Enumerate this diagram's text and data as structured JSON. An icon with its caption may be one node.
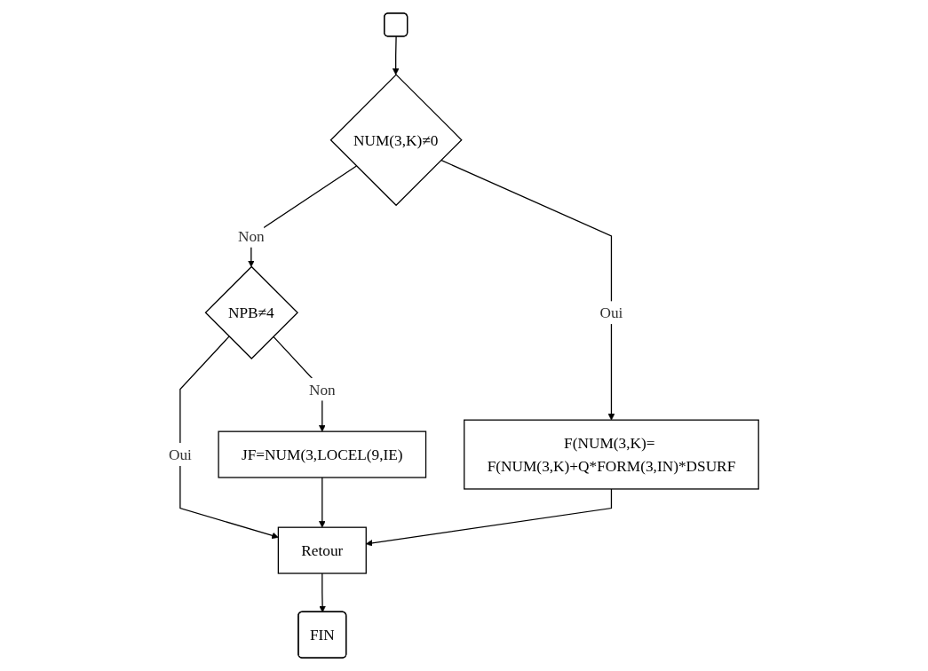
{
  "diagram": {
    "nodes": [
      {
        "text": [],
        "shape": "box"
      },
      {
        "text": [
          "NUM(3,K)≠0"
        ]
      },
      {
        "text": [
          "F(NUM(3,K)= F(NUM(3,K)+Q*FORM(3,IN)*DSURF"
        ]
      },
      {
        "text": [
          "NPB≠4"
        ]
      },
      {
        "text": [
          "JF=NUM(3,LOCEL(9,IE)"
        ]
      },
      {
        "text": [
          "Retour"
        ]
      },
      {
        "text": [
          "FIN"
        ]
      }
    ],
    "edges": [
      {
        "from": 0,
        "to": 1,
        "arrow": "to"
      },
      {
        "from": 1,
        "to": 2,
        "label": "Oui",
        "arrow": "to"
      },
      {
        "from": 1,
        "to": 3,
        "label": "Non",
        "arrow": "to"
      },
      {
        "from": 3,
        "to": 5,
        "label": "Oui",
        "arrow": "to"
      },
      {
        "from": 3,
        "to": 4,
        "label": "Non",
        "arrow": "to"
      },
      {
        "from": 4,
        "to": 5,
        "arrow": "to"
      },
      {
        "from": 2,
        "to": 5,
        "arrow": "to"
      },
      {
        "from": 5,
        "to": 6,
        "arrow": "to"
      }
    ]
  }
}
